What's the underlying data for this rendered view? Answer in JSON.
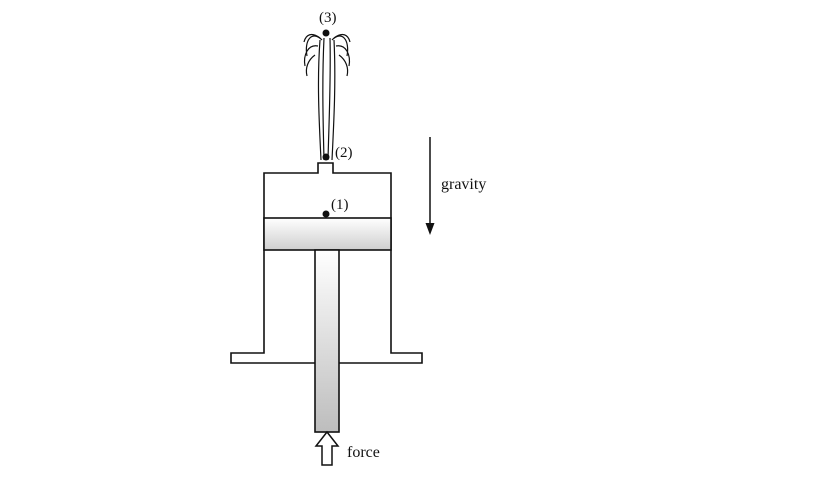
{
  "diagram": {
    "labels": {
      "point1": "(1)",
      "point2": "(2)",
      "point3": "(3)",
      "gravity": "gravity",
      "force": "force"
    },
    "colors": {
      "stroke": "#111111",
      "piston_fill_top": "#ffffff",
      "piston_fill_bottom": "#cfcfcf",
      "background": "#ffffff"
    },
    "icons": [
      "gravity-arrow-icon",
      "force-arrow-icon"
    ]
  }
}
